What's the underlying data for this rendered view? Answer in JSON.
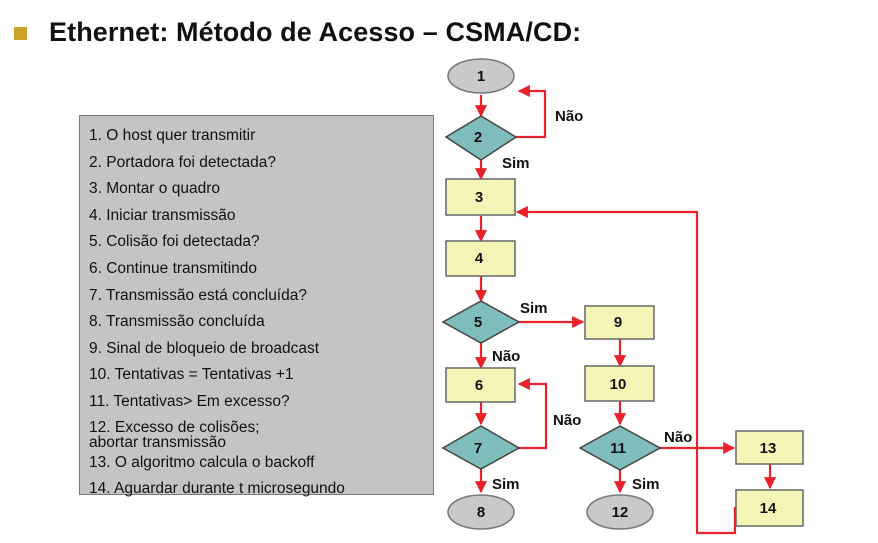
{
  "header": {
    "title": "Ethernet: Método de Acesso – CSMA/CD:"
  },
  "colors": {
    "bullet": "#c9a227",
    "terminal": "#c9c9c9",
    "process": "#f6f5b8",
    "decision": "#7fbdbd",
    "arrow": "#e8212a",
    "legend_bg": "#c4c4c4"
  },
  "legend": {
    "items": [
      "1. O host quer transmitir",
      "2. Portadora foi detectada?",
      "3. Montar o quadro",
      "4. Iniciar transmissão",
      "5. Colisão foi detectada?",
      "6. Continue transmitindo",
      "7. Transmissão está concluída?",
      "8. Transmissão concluída",
      "9. Sinal de bloqueio de broadcast",
      "10. Tentativas = Tentativas +1",
      "11. Tentativas> Em excesso?",
      [
        "12. Excesso de colisões;",
        "abortar transmissão"
      ],
      "13. O algoritmo calcula o backoff",
      "14. Aguardar durante t microsegundo"
    ]
  },
  "nodes": {
    "n1": "1",
    "n2": "2",
    "n3": "3",
    "n4": "4",
    "n5": "5",
    "n6": "6",
    "n7": "7",
    "n8": "8",
    "n9": "9",
    "n10": "10",
    "n11": "11",
    "n12": "12",
    "n13": "13",
    "n14": "14"
  },
  "edge_labels": {
    "n2_no": "Não",
    "n2_yes": "Sim",
    "n5_yes": "Sim",
    "n5_no": "Não",
    "n7_no": "Não",
    "n7_yes": "Sim",
    "n11_no": "Não",
    "n11_yes": "Sim"
  }
}
